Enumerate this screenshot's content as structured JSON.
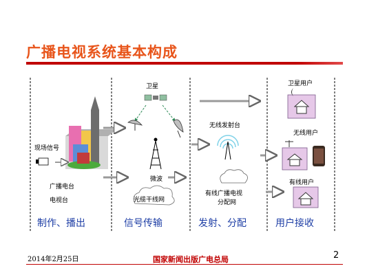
{
  "slide": {
    "title": "广播电视系统基本构成",
    "labels": {
      "satellite": "卫星",
      "live_signal": "现场信号",
      "radio_station": "广播电台",
      "tv_station": "电视台",
      "microwave": "微波",
      "fiber_trunk": "光缆干线网",
      "wireless_tower": "无线发射台",
      "cable_network_line1": "有线广播电视",
      "cable_network_line2": "分配网",
      "satellite_user": "卫星用户",
      "wireless_user": "无线用户",
      "cable_user": "有线用户"
    },
    "stages": [
      "制作、播出",
      "信号传输",
      "发射、分配",
      "用户接收"
    ],
    "footer": {
      "date": "2014年2月25日",
      "org": "国家新闻出版广电总局",
      "page": "2"
    },
    "colors": {
      "title": "#e8551b",
      "rule": "#c00000",
      "stage_text": "#1f3fa6",
      "arrow": "#7f7f7f",
      "house_box": "#e6c8e8"
    }
  }
}
